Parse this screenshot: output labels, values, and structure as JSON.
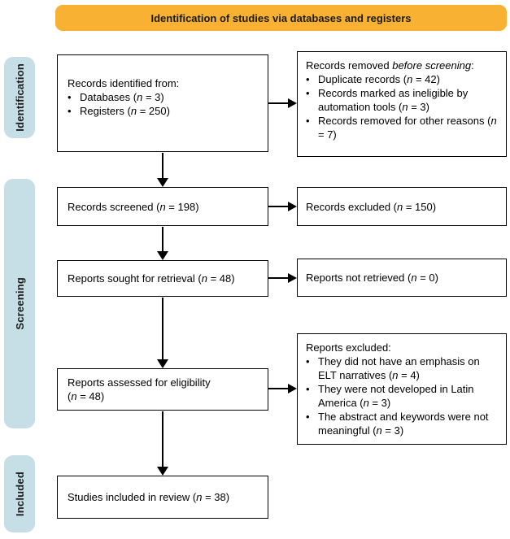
{
  "banner": {
    "label": "Identification of studies via databases and registers"
  },
  "colors": {
    "banner_bg": "#F8B133",
    "sidebar_bg": "#C6DFE6",
    "box_border": "#000000"
  },
  "glyphs": {
    "bullet": "•"
  },
  "sidebar": {
    "identification": {
      "label": "Identification"
    },
    "screening": {
      "label": "Screening"
    },
    "included": {
      "label": "Included"
    }
  },
  "boxes": {
    "identified": {
      "title": "Records identified from:",
      "bullets": [
        {
          "pre": "Databases (",
          "n": "n",
          "post": " = 3)"
        },
        {
          "pre": "Registers (",
          "n": "n",
          "post": " = 250)"
        }
      ]
    },
    "removed": {
      "title_pre": "Records removed ",
      "title_italic": "before screening",
      "title_post": ":",
      "bullets": [
        {
          "pre": "Duplicate records (",
          "n": "n",
          "post": " = 42)"
        },
        {
          "pre": "Records marked as ineligible by automation tools (",
          "n": "n",
          "post": " = 3)"
        },
        {
          "pre": "Records removed for other reasons (",
          "n": "n",
          "post": " = 7)"
        }
      ]
    },
    "screened": {
      "pre": "Records screened (",
      "n": "n",
      "post": " = 198)"
    },
    "excluded": {
      "pre": "Records excluded (",
      "n": "n",
      "post": " = 150)"
    },
    "sought": {
      "pre": "Reports sought for retrieval (",
      "n": "n",
      "post": " = 48)"
    },
    "not_retrieved": {
      "pre": "Reports not retrieved (",
      "n": "n",
      "post": " = 0)"
    },
    "assessed": {
      "line1": "Reports assessed for eligibility",
      "pre": "(",
      "n": "n",
      "post": " = 48)"
    },
    "reports_excluded": {
      "title": "Reports excluded:",
      "bullets": [
        {
          "pre": "They did not have an emphasis on ELT narratives (",
          "n": "n",
          "post": " = 4)"
        },
        {
          "pre": "They were not developed in Latin America (",
          "n": "n",
          "post": " = 3)"
        },
        {
          "pre": "The abstract and keywords were not meaningful (",
          "n": "n",
          "post": " = 3)"
        }
      ]
    },
    "included_review": {
      "pre": "Studies included in review (",
      "n": "n",
      "post": " = 38)"
    }
  }
}
